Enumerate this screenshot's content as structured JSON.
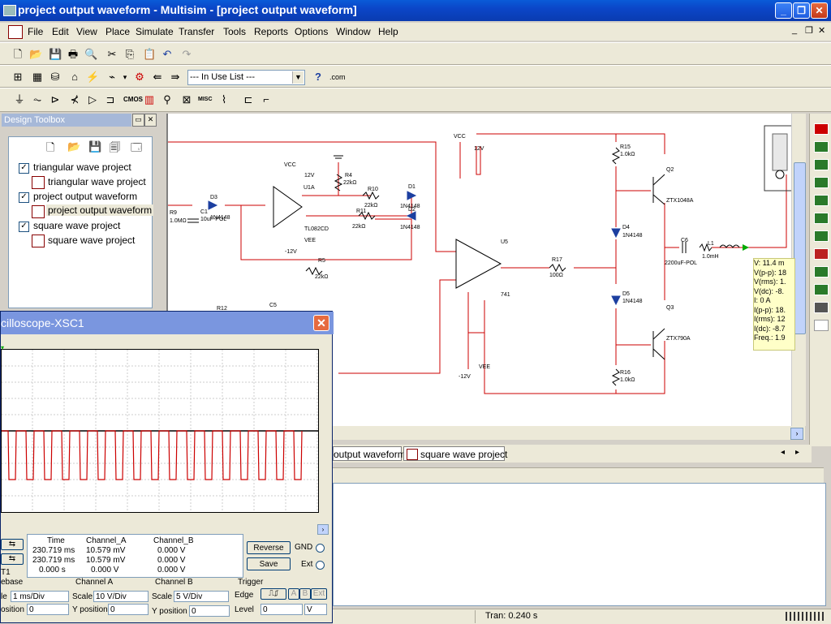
{
  "window": {
    "title": "project output waveform - Multisim - [project output waveform]"
  },
  "menu": [
    "File",
    "Edit",
    "View",
    "Place",
    "Simulate",
    "Transfer",
    "Tools",
    "Reports",
    "Options",
    "Window",
    "Help"
  ],
  "toolbar": {
    "in_use_list": "--- In Use List ---",
    "misc_label": "MISC"
  },
  "toolbox": {
    "title": "Design Toolbox",
    "items": [
      {
        "label": "triangular wave project",
        "child": "triangular wave project"
      },
      {
        "label": "project output waveform",
        "child": "project output waveform"
      },
      {
        "label": "square wave project",
        "child": "square wave project"
      }
    ]
  },
  "schematic": {
    "labels": {
      "vcc1": "VCC",
      "v12_1": "12V",
      "u1a": "U1A",
      "tl082": "TL082CD",
      "vee1": "VEE",
      "m12_1": "-12V",
      "r4": "R4",
      "r4v": "22kΩ",
      "r10": "R10",
      "r10v": "22kΩ",
      "r11": "R11",
      "r11v": "22kΩ",
      "d1": "D1",
      "d1v": "1N4148",
      "d2": "D2",
      "d2v": "1N4148",
      "d3": "D3",
      "d3v": "1N4148",
      "r9": "R9",
      "r9v": "1.0MΩ",
      "c1": "C1",
      "c1v": "10uF-POL",
      "r5": "R5",
      "r5v": "22kΩ",
      "vcc2": "VCC",
      "v12_2": "12V",
      "u5": "U5",
      "u5v": "741",
      "vee2": "VEE",
      "m12_2": "-12V",
      "r17": "R17",
      "r17v": "100Ω",
      "r15": "R15",
      "r15v": "1.0kΩ",
      "q2": "Q2",
      "q2v": "ZTX1048A",
      "d4": "D4",
      "d4v": "1N4148",
      "d5": "D5",
      "d5v": "1N4148",
      "q3": "Q3",
      "q3v": "ZTX790A",
      "r16": "R16",
      "r16v": "1.0kΩ",
      "c6": "C6",
      "c6v": "2200uF-POL",
      "l1": "L1",
      "l1v": "1.0mH",
      "r12": "R12",
      "c5": "C5"
    }
  },
  "probe": {
    "lines": [
      "V: 11.4 m",
      "V(p-p): 18",
      "V(rms): 1.",
      "V(dc): -8.",
      "I: 0 A",
      "I(p-p): 18.",
      "I(rms): 12",
      "I(dc): -8.7",
      "Freq.: 1.9"
    ]
  },
  "tabs": [
    "output waveform",
    "square wave project"
  ],
  "status": {
    "tran": "Tran: 0.240 s"
  },
  "oscilloscope": {
    "title": "cilloscope-XSC1",
    "table": {
      "headers": [
        "Time",
        "Channel_A",
        "Channel_B"
      ],
      "rows": [
        [
          "230.719 ms",
          "10.579 mV",
          "0.000 V"
        ],
        [
          "230.719 ms",
          "10.579 mV",
          "0.000 V"
        ],
        [
          "0.000 s",
          "0.000 V",
          "0.000 V"
        ]
      ]
    },
    "t1": "T1",
    "buttons": {
      "reverse": "Reverse",
      "save": "Save"
    },
    "radios": {
      "gnd": "GND",
      "ext": "Ext"
    },
    "timebase": {
      "title": "ebase",
      "scale_label": "le",
      "scale": "1 ms/Div",
      "pos_label": "osition",
      "pos": "0"
    },
    "channel_a": {
      "title": "Channel A",
      "scale_label": "Scale",
      "scale": "10 V/Div",
      "pos_label": "Y position",
      "pos": "0"
    },
    "channel_b": {
      "title": "Channel B",
      "scale_label": "Scale",
      "scale": "5 V/Div",
      "pos_label": "Y position",
      "pos": "0"
    },
    "trigger": {
      "title": "Trigger",
      "edge_label": "Edge",
      "level_label": "Level",
      "level": "0",
      "unit": "V",
      "a": "A",
      "b": "B",
      "ext": "Ext"
    }
  }
}
